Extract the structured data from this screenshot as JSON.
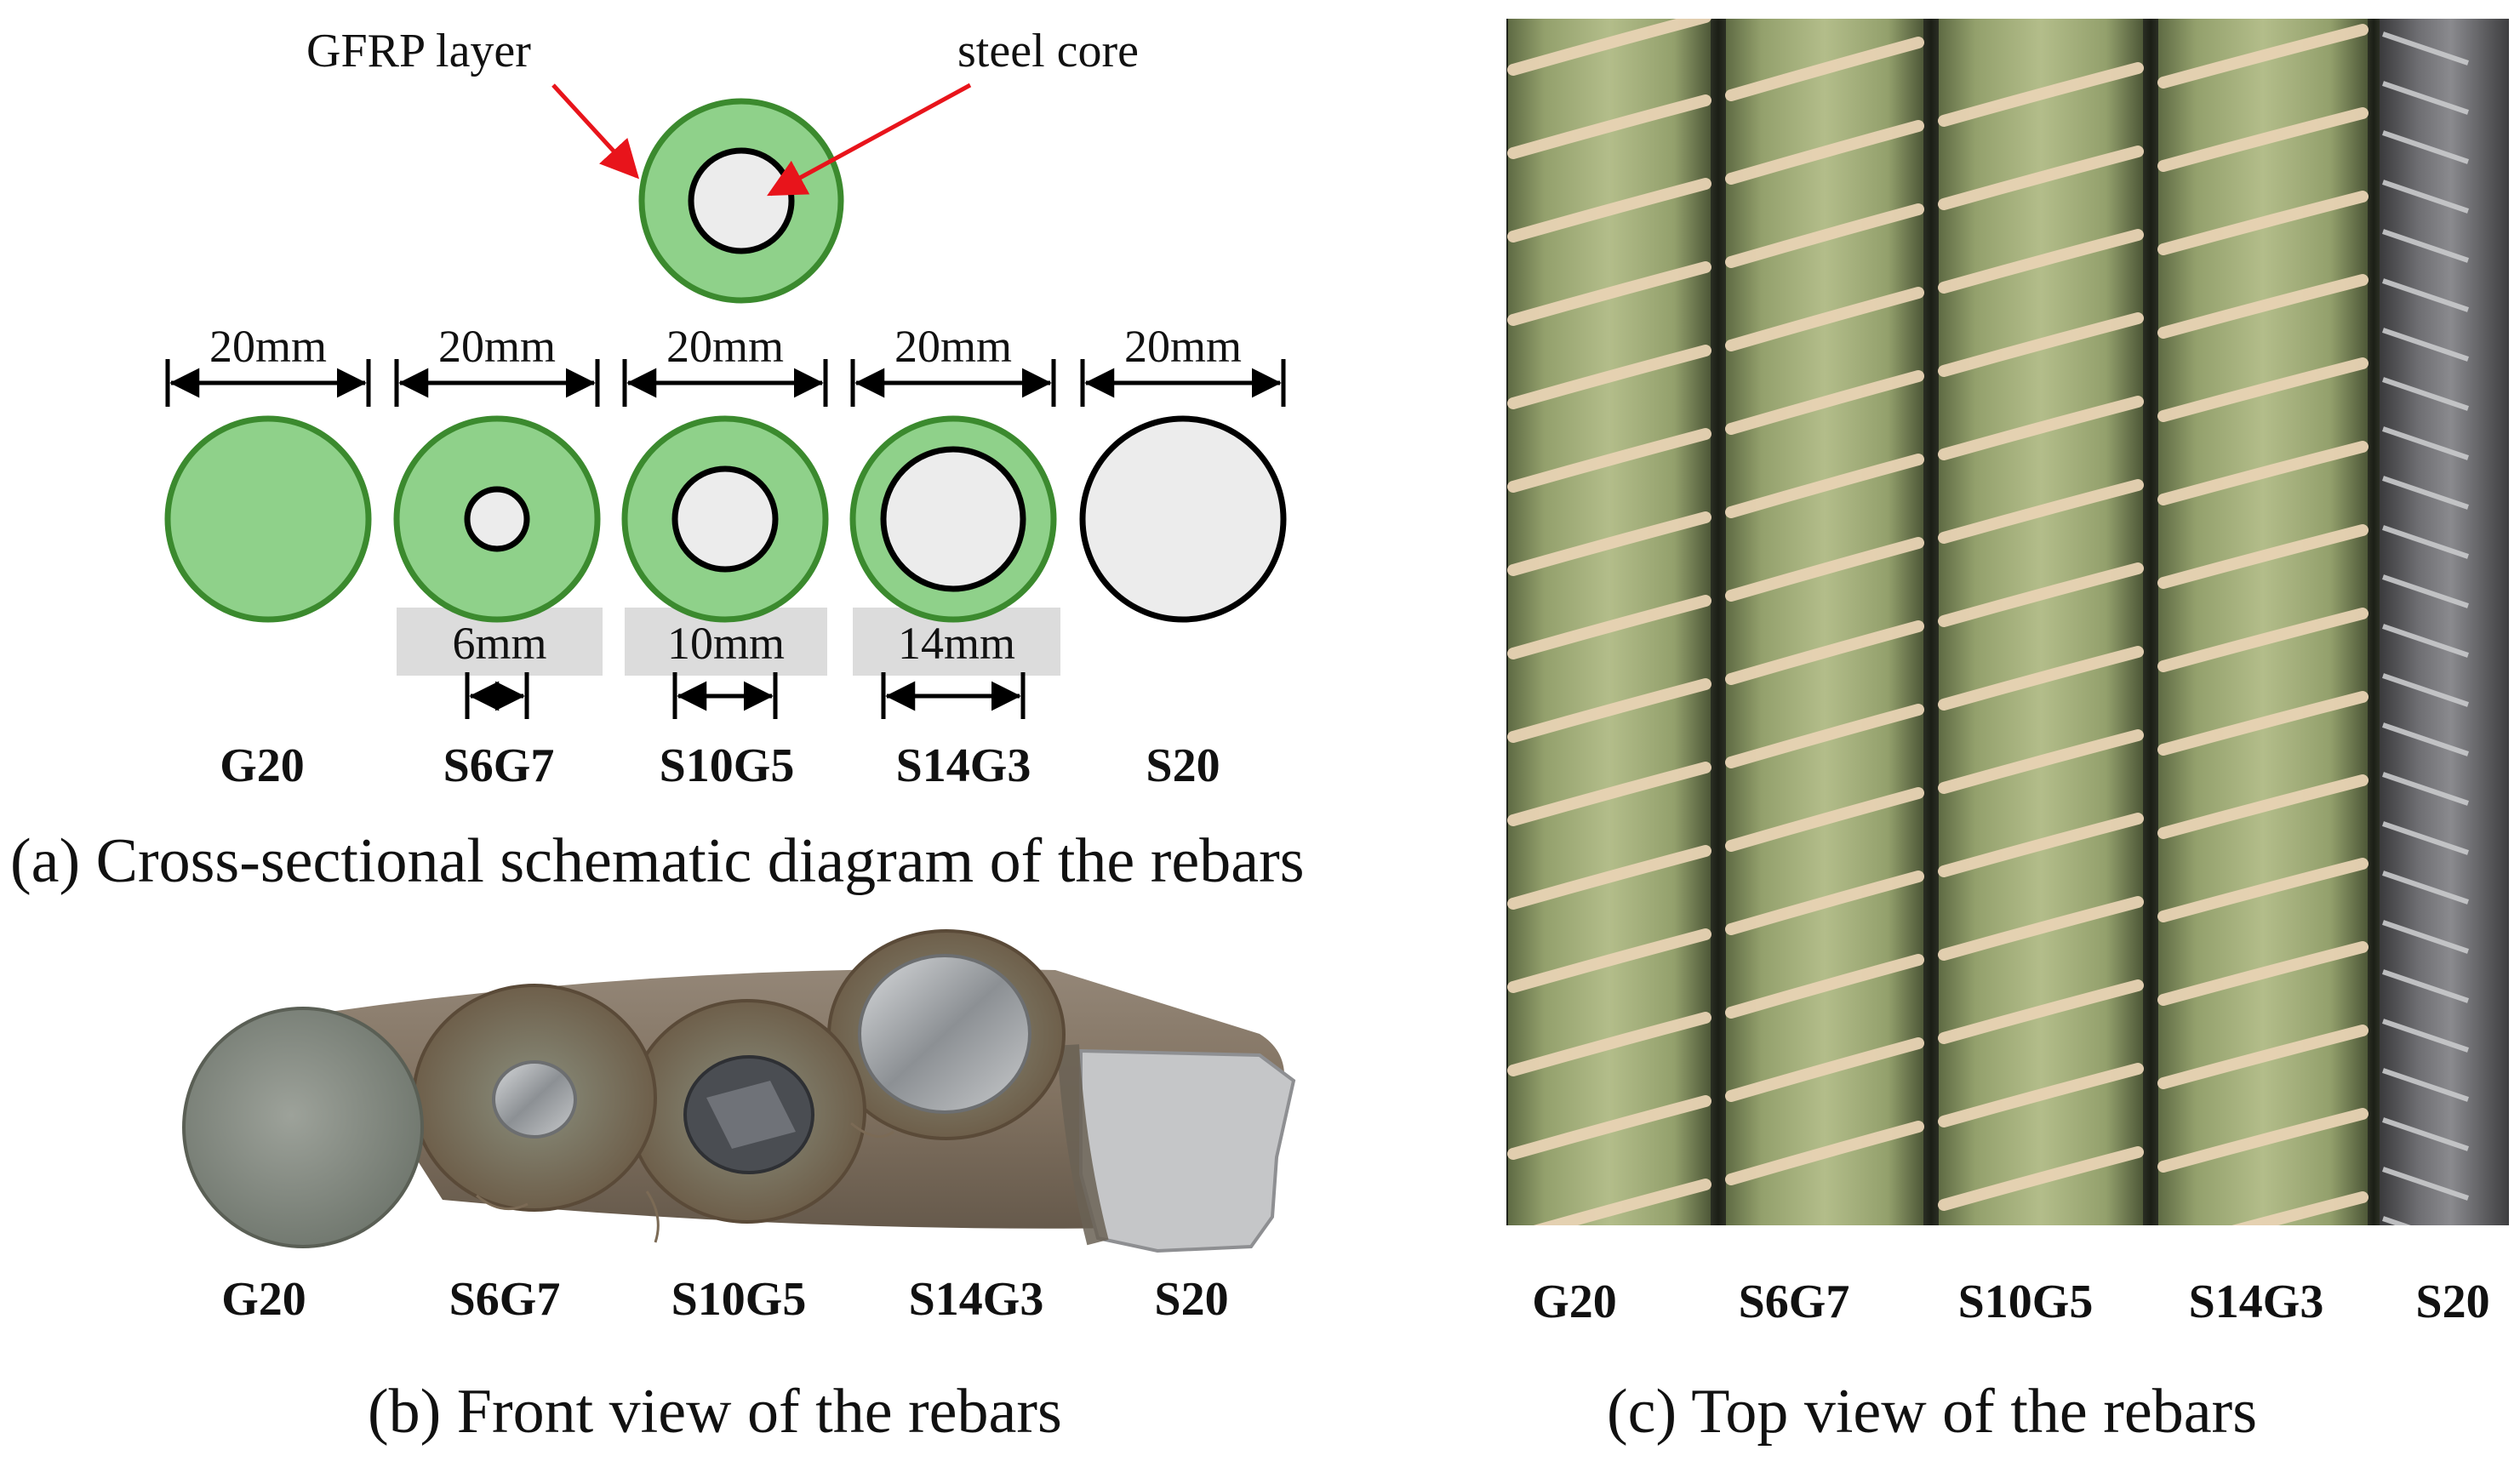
{
  "panel_a": {
    "callouts": {
      "gfrp_layer": "GFRP layer",
      "steel_core": "steel core"
    },
    "outer_dimension": "20mm",
    "core_dimensions": {
      "S6G7": "6mm",
      "S10G5": "10mm",
      "S14G3": "14mm"
    },
    "rebar_labels": [
      "G20",
      "S6G7",
      "S10G5",
      "S14G3",
      "S20"
    ],
    "caption": "(a) Cross-sectional schematic diagram of the rebars"
  },
  "panel_b": {
    "rebar_labels": [
      "G20",
      "S6G7",
      "S10G5",
      "S14G3",
      "S20"
    ],
    "caption": "(b) Front view of the rebars"
  },
  "panel_c": {
    "rebar_labels": [
      "G20",
      "S6G7",
      "S10G5",
      "S14G3",
      "S20"
    ],
    "caption": "(c) Top view of the rebars"
  },
  "colors": {
    "gfrp": "#8fd18a",
    "steel": "#ececec",
    "outline_gfrp": "#3b8a2e",
    "outline_steel": "#000000",
    "arrow": "#e8141b",
    "core_label_band": "#dcdcdc"
  }
}
